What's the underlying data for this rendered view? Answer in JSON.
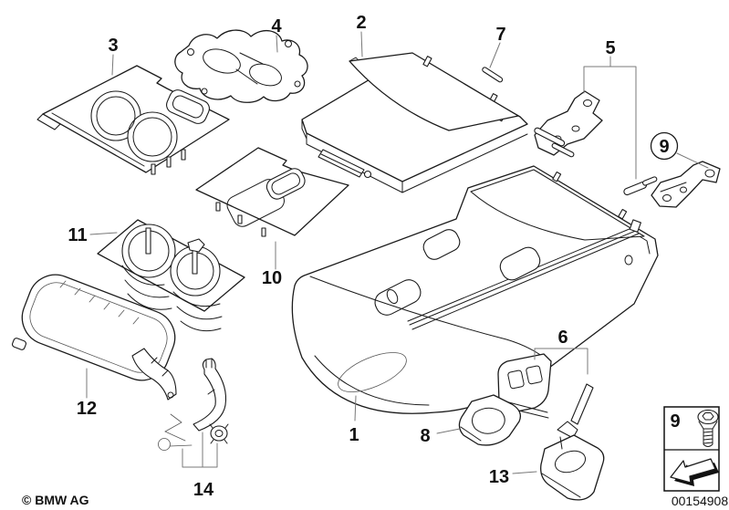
{
  "diagram": {
    "type": "exploded-parts-diagram",
    "background": "#ffffff",
    "line_color": "#1b1b1b",
    "shade_color": "#e7e7e7"
  },
  "callouts": {
    "c1": "1",
    "c2": "2",
    "c3": "3",
    "c4": "4",
    "c5": "5",
    "c6": "6",
    "c7": "7",
    "c8": "8",
    "c9": "9",
    "c10": "10",
    "c11": "11",
    "c12": "12",
    "c13": "13",
    "c14": "14"
  },
  "legend": {
    "box_number": "9",
    "screw_icon": "countersunk-torx-screw-icon",
    "arrow_icon": "installation-direction-arrow-icon"
  },
  "footer": {
    "copyright": "© BMW AG",
    "part_number": "00154908"
  }
}
